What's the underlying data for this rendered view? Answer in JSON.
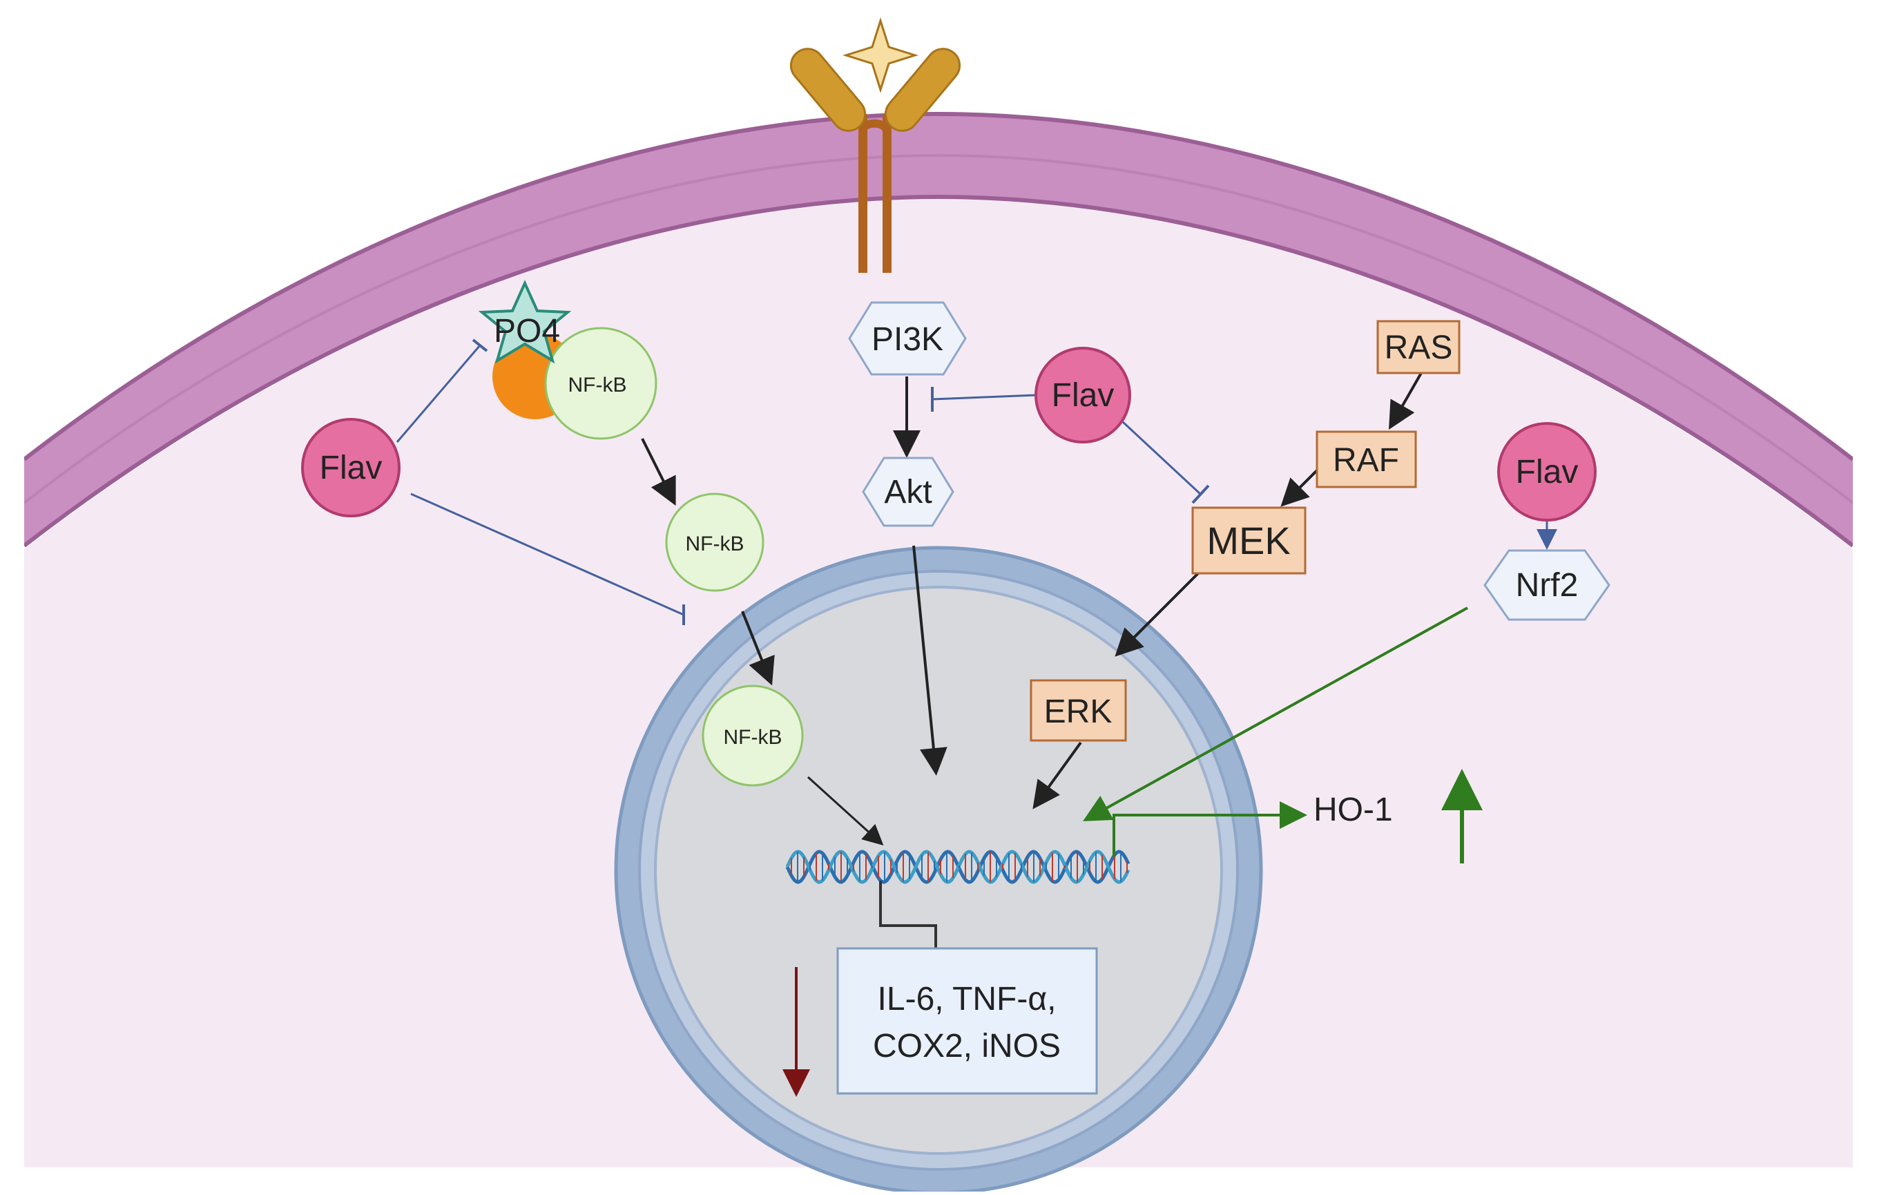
{
  "diagram": {
    "nodes": {
      "po4": "PO4",
      "nfkb_1": "NF-kB",
      "nfkb_2": "NF-kB",
      "nfkb_3": "NF-kB",
      "pi3k": "PI3K",
      "akt": "Akt",
      "ras": "RAS",
      "raf": "RAF",
      "mek": "MEK",
      "erk": "ERK",
      "nrf2": "Nrf2",
      "flav_left": "Flav",
      "flav_center": "Flav",
      "flav_right": "Flav",
      "ho1": "HO-1",
      "cytokines_line1": "IL-6, TNF-α,",
      "cytokines_line2": "COX2, iNOS"
    },
    "colors": {
      "membrane": "#b479ad",
      "cytoplasm": "#f5eaf3",
      "nucleus_ring": "#9db4d3",
      "nucleus_fill": "#d8d9dd",
      "flav": "#e56fa0",
      "nfkb": "#e7f5d8",
      "kinase_box": "#f6d3b4",
      "receptor": "#c8902a",
      "inhibit_line": "#45619e",
      "activate_green": "#2f7d1e",
      "decrease_red": "#7a1414"
    }
  }
}
